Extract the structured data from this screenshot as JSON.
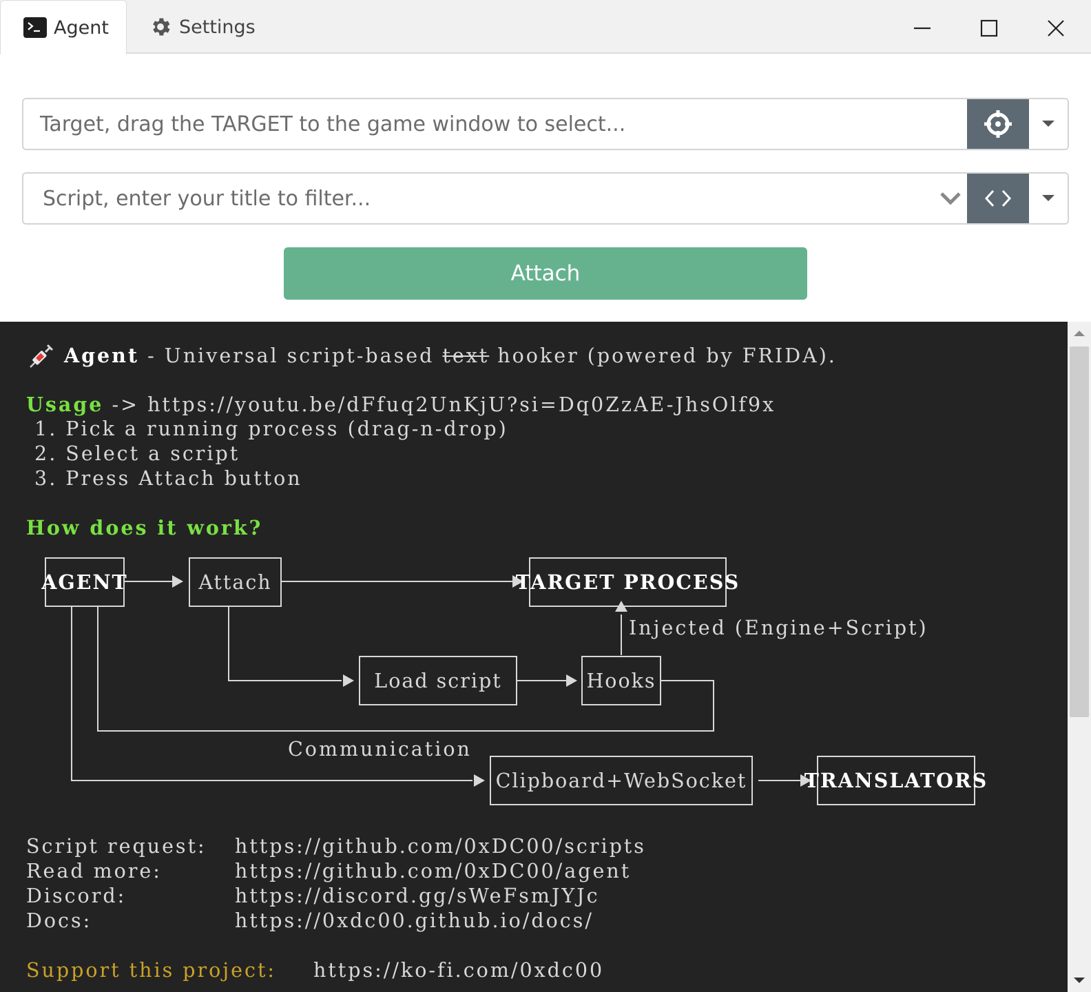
{
  "tabs": {
    "agent": "Agent",
    "settings": "Settings"
  },
  "window_controls": [
    "minimize",
    "maximize",
    "close"
  ],
  "target": {
    "placeholder": "Target, drag the TARGET to the game window to select..."
  },
  "script": {
    "placeholder": "Script, enter your title to filter..."
  },
  "attach_label": "Attach",
  "terminal": {
    "intro": {
      "name": "Agent",
      "dash": " - Universal script-based ",
      "struck": "text",
      "rest": " hooker (powered by FRIDA)."
    },
    "usage": {
      "label": "Usage",
      "arrow": " -> ",
      "url": "https://youtu.be/dFfuq2UnKjU?si=Dq0ZzAE-JhsOlf9x",
      "steps": [
        " 1. Pick a running process (drag-n-drop)",
        " 2. Select a script",
        " 3. Press Attach button"
      ]
    },
    "how_title": "How does it work?",
    "diagram": {
      "agent": "AGENT",
      "attach": "Attach",
      "target_process": "TARGET PROCESS",
      "injected": "Injected (Engine+Script)",
      "load_script": "Load script",
      "hooks": "Hooks",
      "communication": "Communication",
      "clipboard": "Clipboard+WebSocket",
      "translators": "TRANSLATORS"
    },
    "links": [
      {
        "label": "Script request:",
        "url": "https://github.com/0xDC00/scripts"
      },
      {
        "label": "Read more:",
        "url": "https://github.com/0xDC00/agent"
      },
      {
        "label": "Discord:",
        "url": "https://discord.gg/sWeFsmJYJc"
      },
      {
        "label": "Docs:",
        "url": "https://0xdc00.github.io/docs/"
      }
    ],
    "support": {
      "label": "Support this project:",
      "url": "https://ko-fi.com/0xdc00"
    }
  },
  "colors": {
    "attach_button": "#66b28f",
    "terminal_bg": "#232323",
    "heading_green": "#79e043",
    "support_orange": "#caa227",
    "icon_button": "#5e6a73"
  },
  "icons": {
    "agent_tab": "terminal-icon",
    "settings_tab": "gear-icon",
    "target_button": "crosshair-icon",
    "script_button": "code-icon",
    "intro": "syringe-icon"
  }
}
